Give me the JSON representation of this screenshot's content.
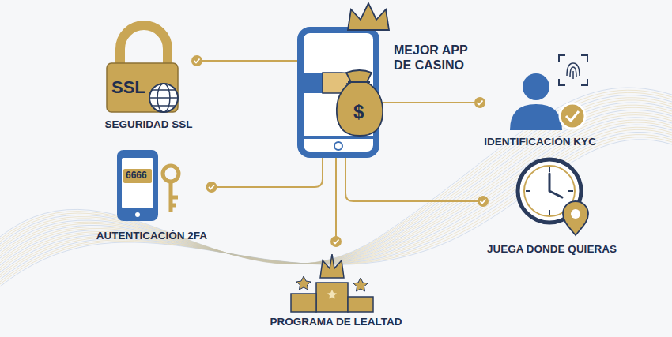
{
  "diagram": {
    "nodes": [
      {
        "text": [
          "SEGURIDAD SSL"
        ]
      },
      {
        "text": [
          "MEJOR APP DE CASINO"
        ]
      },
      {
        "text": [
          "IDENTIFICACIÓN KYC"
        ]
      },
      {
        "text": [
          "AUTENTICACIÓN 2FA"
        ]
      },
      {
        "text": [
          "JUEGA DONDE QUIERAS"
        ]
      },
      {
        "text": [
          "PROGRAMA DE LEALTAD"
        ]
      }
    ],
    "edges": [
      {
        "from": 1,
        "to": 0,
        "arrow": "none"
      },
      {
        "from": 1,
        "to": 2,
        "arrow": "none"
      },
      {
        "from": 1,
        "to": 3,
        "arrow": "none"
      },
      {
        "from": 1,
        "to": 4,
        "arrow": "none"
      },
      {
        "from": 1,
        "to": 5,
        "arrow": "none"
      }
    ],
    "labels": [
      "SSL",
      "$",
      "6666"
    ]
  }
}
